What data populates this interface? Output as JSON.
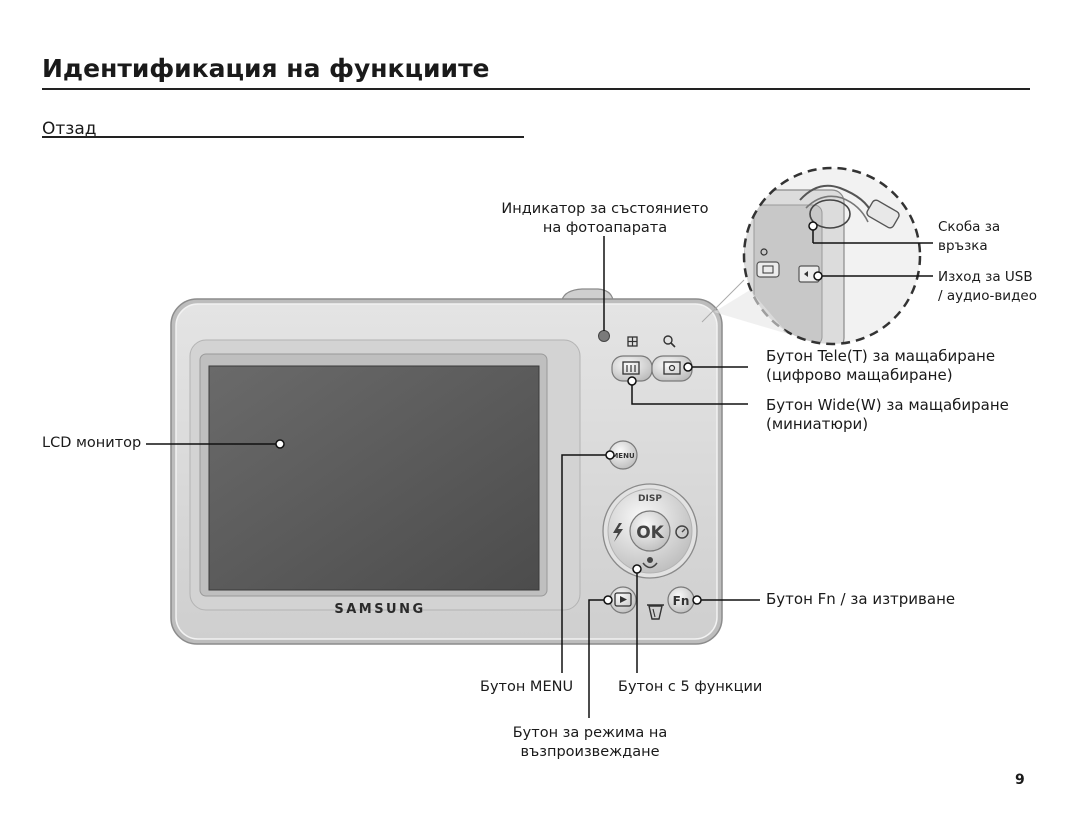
{
  "header": {
    "title": "Идентификация на функциите",
    "subtitle": "Отзад"
  },
  "labels": {
    "status_indicator_1": "Индикатор за състоянието",
    "status_indicator_2": "на фотоапарата",
    "strap_1": "Скоба за",
    "strap_2": "връзка",
    "usb_1": "Изход за USB",
    "usb_2": "/ аудио-видео",
    "tele_1": "Бутон Tele(T) за мащабиране",
    "tele_2": "(цифрово мащабиране)",
    "wide_1": "Бутон Wide(W) за мащабиране",
    "wide_2": "(миниатюри)",
    "lcd": "LCD монитор",
    "fn": "Бутон Fn / за изтриване",
    "menu": "Бутон MENU",
    "five_func": "Бутон с 5 функции",
    "playback_1": "Бутон за режима на",
    "playback_2": "възпроизвеждане"
  },
  "camera": {
    "brand": "SAMSUNG",
    "menu_button": "MENU",
    "ok_button": "OK",
    "disp_label": "DISP",
    "fn_button": "Fn"
  },
  "page_number": "9",
  "colors": {
    "body": "#d6d6d6",
    "screen": "#5a5a5a",
    "line": "#111111"
  }
}
